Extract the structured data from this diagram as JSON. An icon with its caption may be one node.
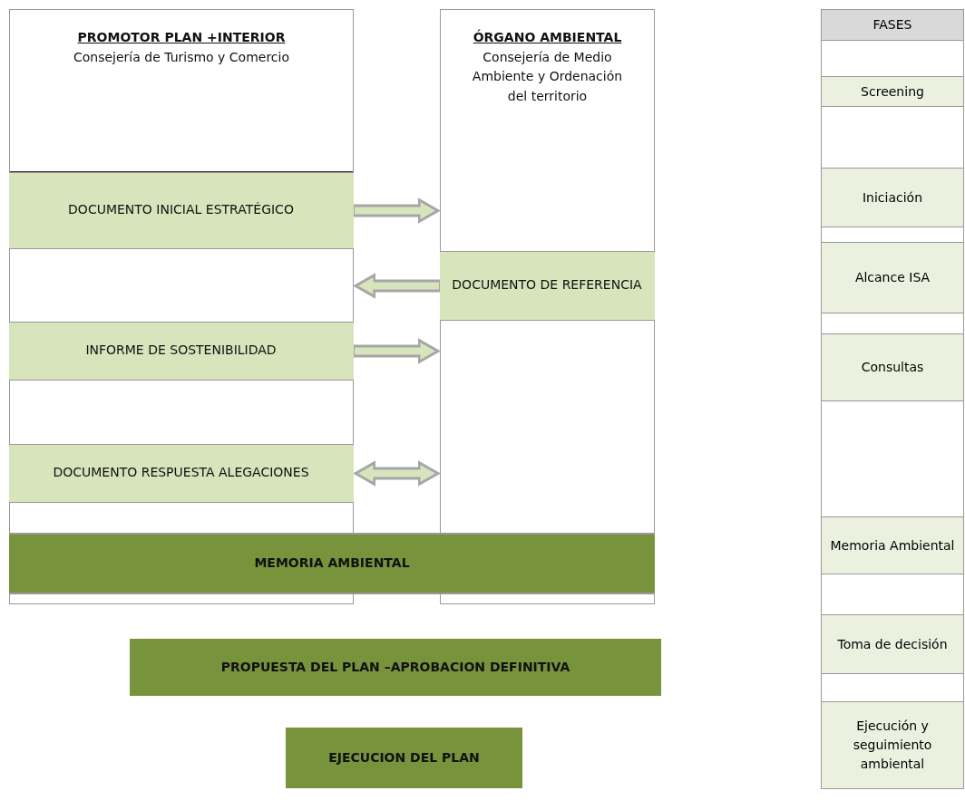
{
  "diagram": {
    "nodes": [
      {
        "text": [
          "PROMOTOR PLAN +INTERIOR",
          "Consejería de Turismo y Comercio"
        ]
      },
      {
        "text": [
          "ÓRGANO AMBIENTAL",
          "Consejería de Medio Ambiente y Ordenación del territorio"
        ]
      },
      {
        "text": [
          "DOCUMENTO  INICIAL ESTRATÉGICO"
        ],
        "in": 0
      },
      {
        "text": [
          "DOCUMENTO  DE REFERENCIA"
        ],
        "in": 1
      },
      {
        "text": [
          "INFORME  DE SOSTENIBILIDAD"
        ],
        "in": 0
      },
      {
        "text": [
          "DOCUMENTO  RESPUESTA ALEGACIONES"
        ],
        "in": 0
      },
      {
        "text": [
          "MEMORIA  AMBIENTAL"
        ]
      },
      {
        "text": [
          "PROPUESTA  DEL  PLAN –APROBACION DEFINITIVA"
        ]
      },
      {
        "text": [
          "EJECUCION DEL PLAN"
        ]
      }
    ],
    "edges": [
      {
        "from": 2,
        "to": 1,
        "arrow": "to"
      },
      {
        "from": 3,
        "to": 0,
        "arrow": "to"
      },
      {
        "from": 4,
        "to": 1,
        "arrow": "to"
      },
      {
        "from": 5,
        "to": 1,
        "arrow": "both"
      }
    ],
    "labels": [
      "FASES",
      "Screening",
      "Iniciación",
      "Alcance ISA",
      "Consultas",
      "Memoria Ambiental",
      "Toma de decisión",
      "Ejecución y seguimiento ambiental"
    ]
  }
}
